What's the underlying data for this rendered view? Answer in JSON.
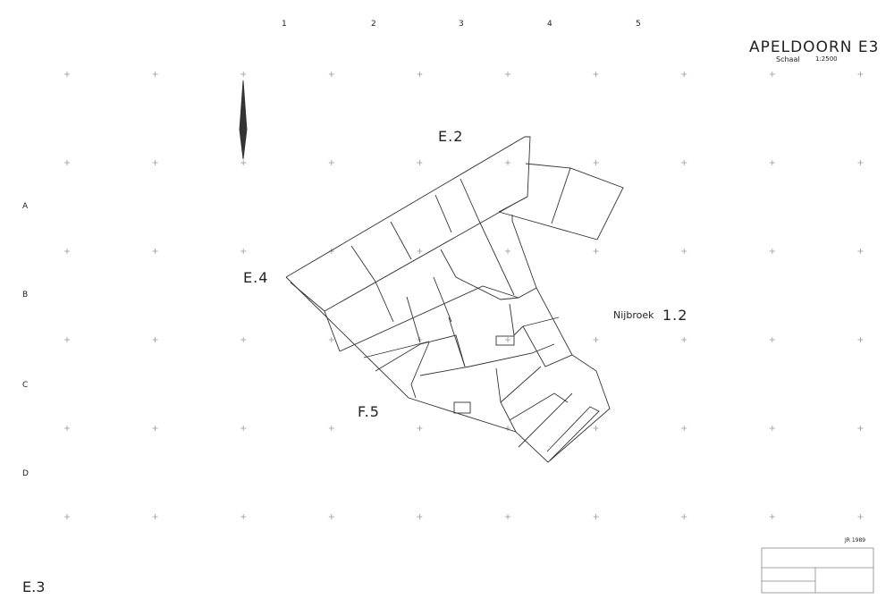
{
  "sheet": {
    "title": "APELDOORN E3",
    "scale_label": "Schaal",
    "scale": "1:2500",
    "corner_label": "E.3",
    "stamp_code": "JR 1989"
  },
  "grid": {
    "columns": [
      "1",
      "2",
      "3",
      "4",
      "5"
    ],
    "rows": [
      "A",
      "B",
      "C",
      "D"
    ]
  },
  "map_labels": {
    "north": "E.2",
    "west": "E.4",
    "southwest": "F.5",
    "east_place": "Nijbroek",
    "east_sheet": "1.2"
  }
}
